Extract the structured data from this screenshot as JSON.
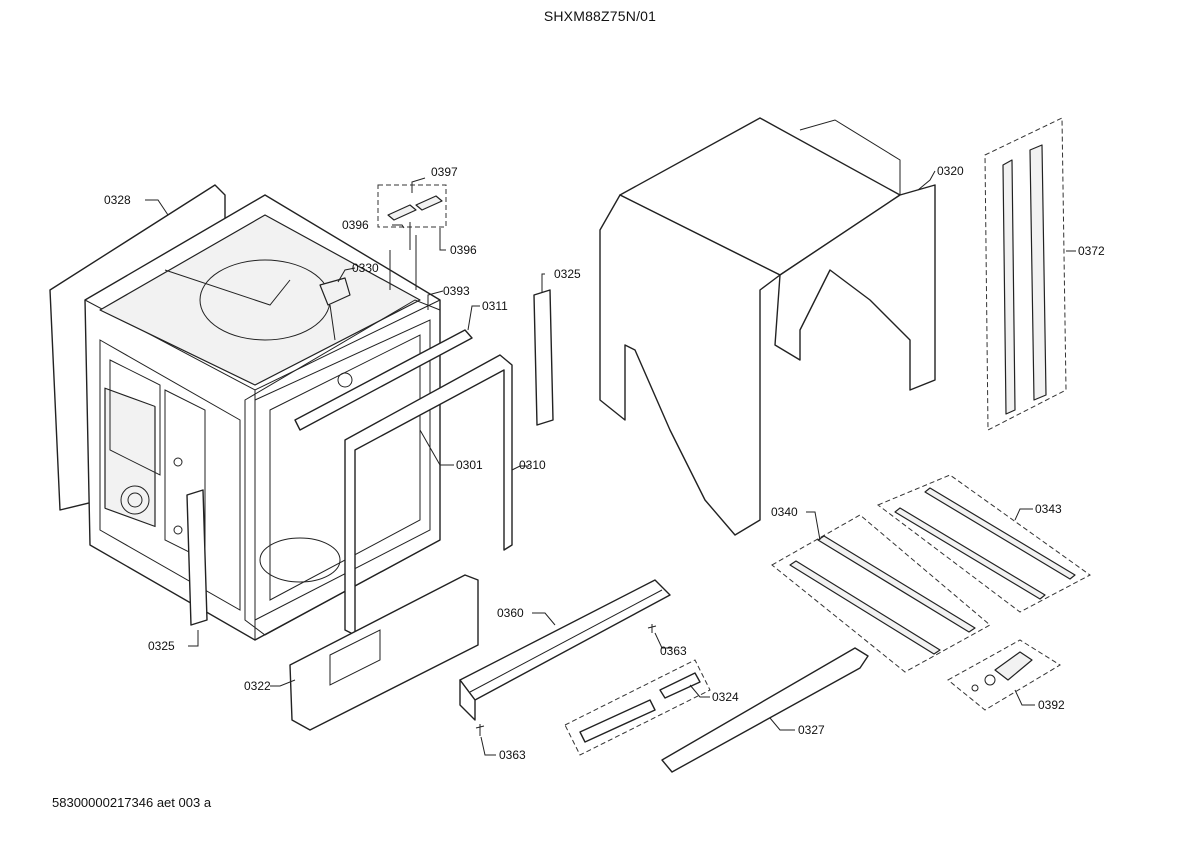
{
  "header": {
    "model": "SHXM88Z75N/01"
  },
  "footer": {
    "code": "58300000217346 aet 003 a"
  },
  "callouts": [
    {
      "id": "0328",
      "label": "0328"
    },
    {
      "id": "0397",
      "label": "0397"
    },
    {
      "id": "0396a",
      "label": "0396"
    },
    {
      "id": "0396b",
      "label": "0396"
    },
    {
      "id": "0330",
      "label": "0330"
    },
    {
      "id": "0393",
      "label": "0393"
    },
    {
      "id": "0311",
      "label": "0311"
    },
    {
      "id": "0325a",
      "label": "0325"
    },
    {
      "id": "0301",
      "label": "0301"
    },
    {
      "id": "0310",
      "label": "0310"
    },
    {
      "id": "0325b",
      "label": "0325"
    },
    {
      "id": "0322",
      "label": "0322"
    },
    {
      "id": "0320",
      "label": "0320"
    },
    {
      "id": "0372",
      "label": "0372"
    },
    {
      "id": "0340",
      "label": "0340"
    },
    {
      "id": "0343",
      "label": "0343"
    },
    {
      "id": "0360",
      "label": "0360"
    },
    {
      "id": "0363a",
      "label": "0363"
    },
    {
      "id": "0324",
      "label": "0324"
    },
    {
      "id": "0363b",
      "label": "0363"
    },
    {
      "id": "0327",
      "label": "0327"
    },
    {
      "id": "0392",
      "label": "0392"
    }
  ]
}
